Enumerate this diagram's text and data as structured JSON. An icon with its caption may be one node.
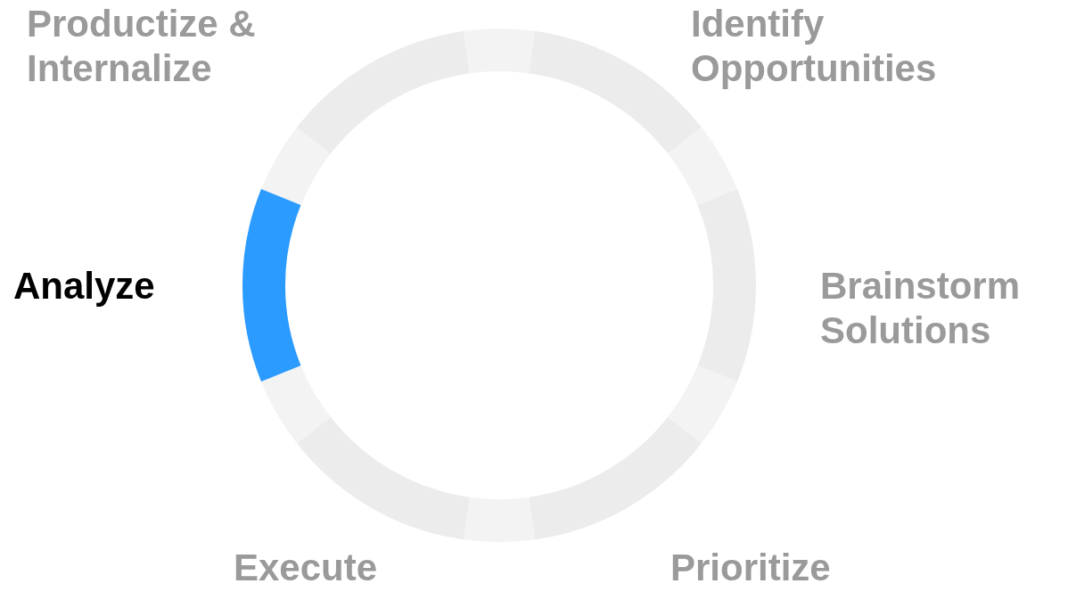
{
  "diagram": {
    "nodes": [
      {
        "text": [
          "Productize & Internalize"
        ]
      },
      {
        "text": [
          "Identify Opportunities"
        ]
      },
      {
        "text": [
          "Analyze"
        ]
      },
      {
        "text": [
          "Brainstorm Solutions"
        ]
      },
      {
        "text": [
          "Execute"
        ]
      },
      {
        "text": [
          "Prioritize"
        ]
      }
    ],
    "edges": [
      {
        "from": 1,
        "to": 3,
        "arrow": "none"
      },
      {
        "from": 3,
        "to": 5,
        "arrow": "none"
      },
      {
        "from": 5,
        "to": 4,
        "arrow": "none"
      },
      {
        "from": 4,
        "to": 2,
        "arrow": "none"
      },
      {
        "from": 2,
        "to": 0,
        "arrow": "none"
      },
      {
        "from": 0,
        "to": 1,
        "arrow": "none"
      }
    ]
  }
}
